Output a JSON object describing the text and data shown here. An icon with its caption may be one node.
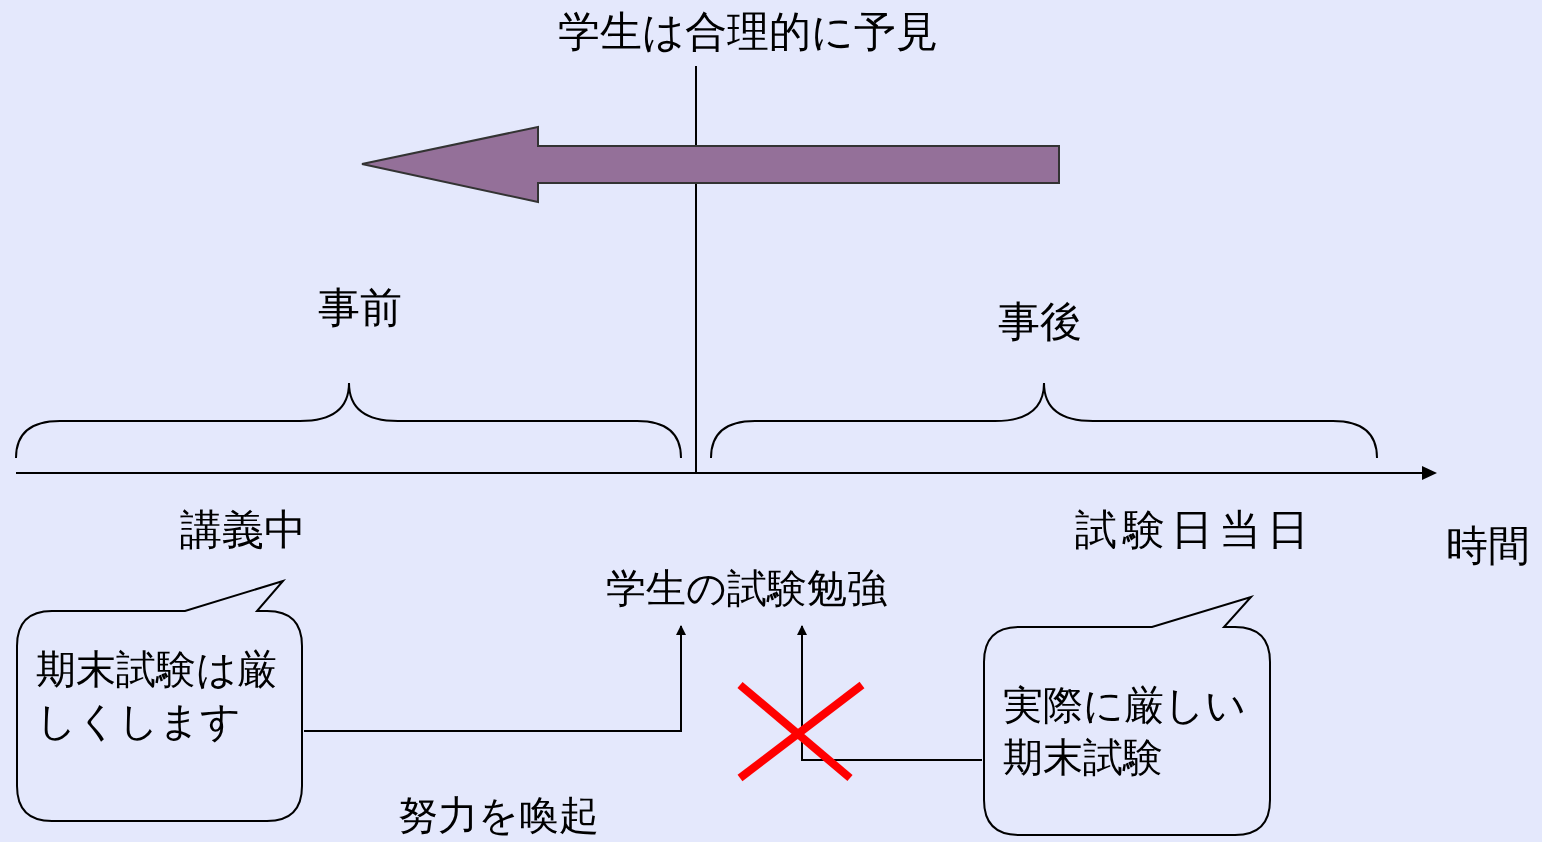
{
  "diagram": {
    "nodes": [
      {
        "text": [
          "期末試験は厳しくします"
        ]
      },
      {
        "text": [
          "学生の試験勉強"
        ]
      },
      {
        "text": [
          "実際に厳しい期末試験"
        ]
      }
    ],
    "edges": [
      {
        "from": 0,
        "to": 1,
        "arrow": "to",
        "label": "努力を喚起"
      },
      {
        "from": 2,
        "to": 1,
        "arrow": "to"
      }
    ],
    "labels": [
      "学生は合理的に予見",
      "事前",
      "事後",
      "講義中",
      "試験日当日",
      "時間"
    ]
  }
}
